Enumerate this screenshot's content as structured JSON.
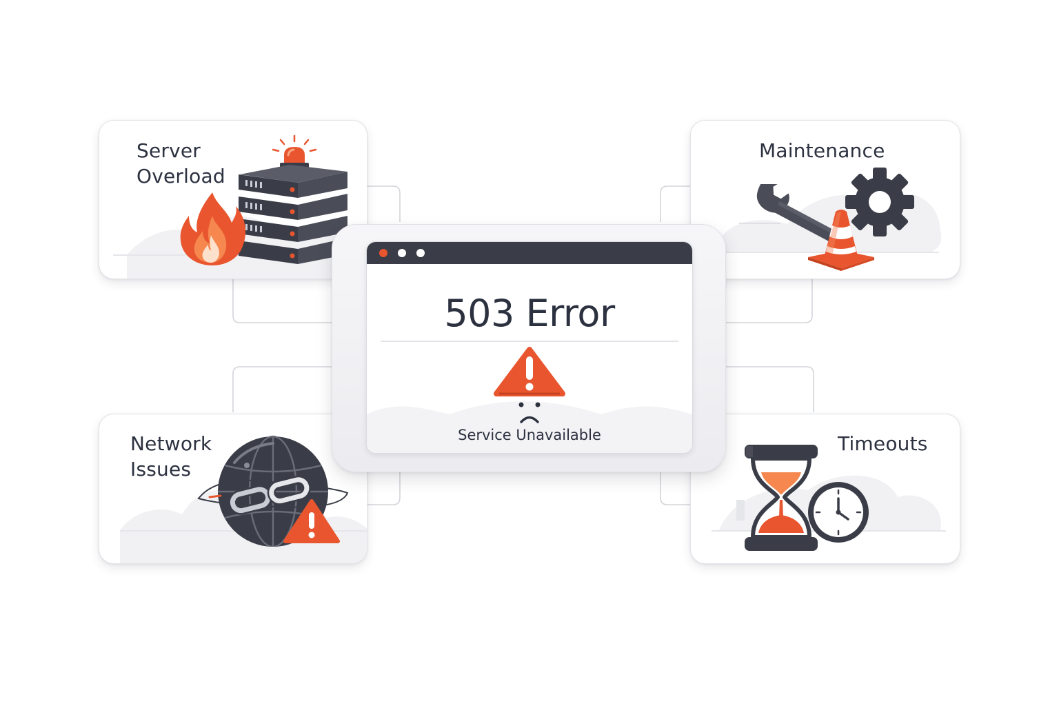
{
  "center": {
    "title": "503 Error",
    "subtitle": "Service Unavailable",
    "window_dots": [
      "#e8552e",
      "#ffffff",
      "#ffffff"
    ]
  },
  "causes": {
    "server_overload": {
      "label": "Server\nOverload",
      "icons": [
        "alarm-siren-icon",
        "server-rack-icon",
        "fire-icon"
      ]
    },
    "maintenance": {
      "label": "Maintenance",
      "icons": [
        "wrench-icon",
        "gear-icon",
        "traffic-cone-icon"
      ]
    },
    "network_issues": {
      "label": "Network\nIssues",
      "icons": [
        "globe-icon",
        "chain-link-icon",
        "warning-icon"
      ]
    },
    "timeouts": {
      "label": "Timeouts",
      "icons": [
        "hourglass-icon",
        "clock-icon"
      ]
    }
  },
  "colors": {
    "accent": "#e8552e",
    "dark": "#3a3d47",
    "text": "#2c3140",
    "card_border": "#e2e3e7",
    "connector": "#cfd1d6"
  }
}
